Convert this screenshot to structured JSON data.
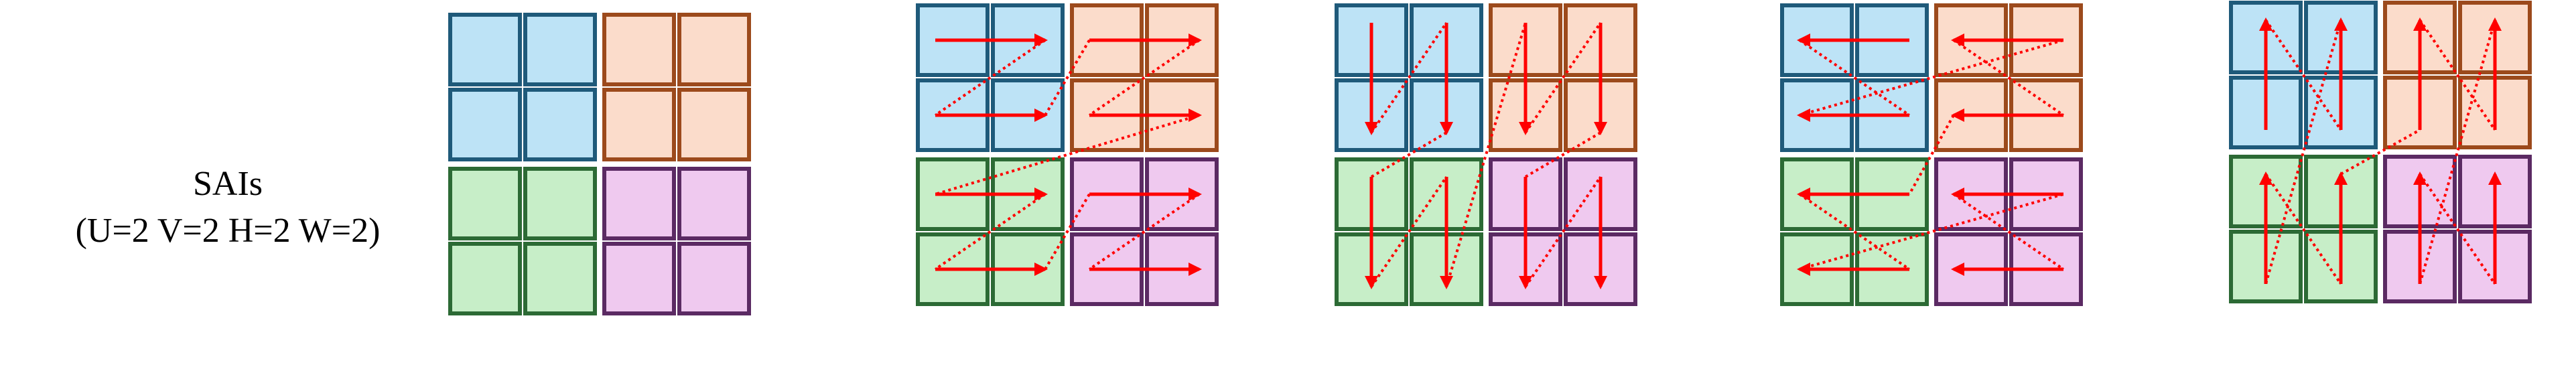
{
  "label": {
    "title": "SAIs",
    "params": "(U=2 V=2 H=2 W=2)"
  },
  "colors": {
    "blue_fill": "#bde3f6",
    "blue_stroke": "#1f5a7a",
    "orange_fill": "#fbdccb",
    "orange_stroke": "#9c4a1c",
    "green_fill": "#c7eec8",
    "green_stroke": "#2c6a35",
    "purple_fill": "#efc9ef",
    "purple_stroke": "#5b2a63",
    "arrow": "#ff0000"
  },
  "panels": [
    {
      "arrows": "none"
    },
    {
      "arrows": "horizontal-right",
      "connector": "dotted"
    },
    {
      "arrows": "vertical-down",
      "connector": "dotted"
    },
    {
      "arrows": "horizontal-left",
      "connector": "dotted"
    },
    {
      "arrows": "vertical-up",
      "connector": "dotted"
    }
  ]
}
